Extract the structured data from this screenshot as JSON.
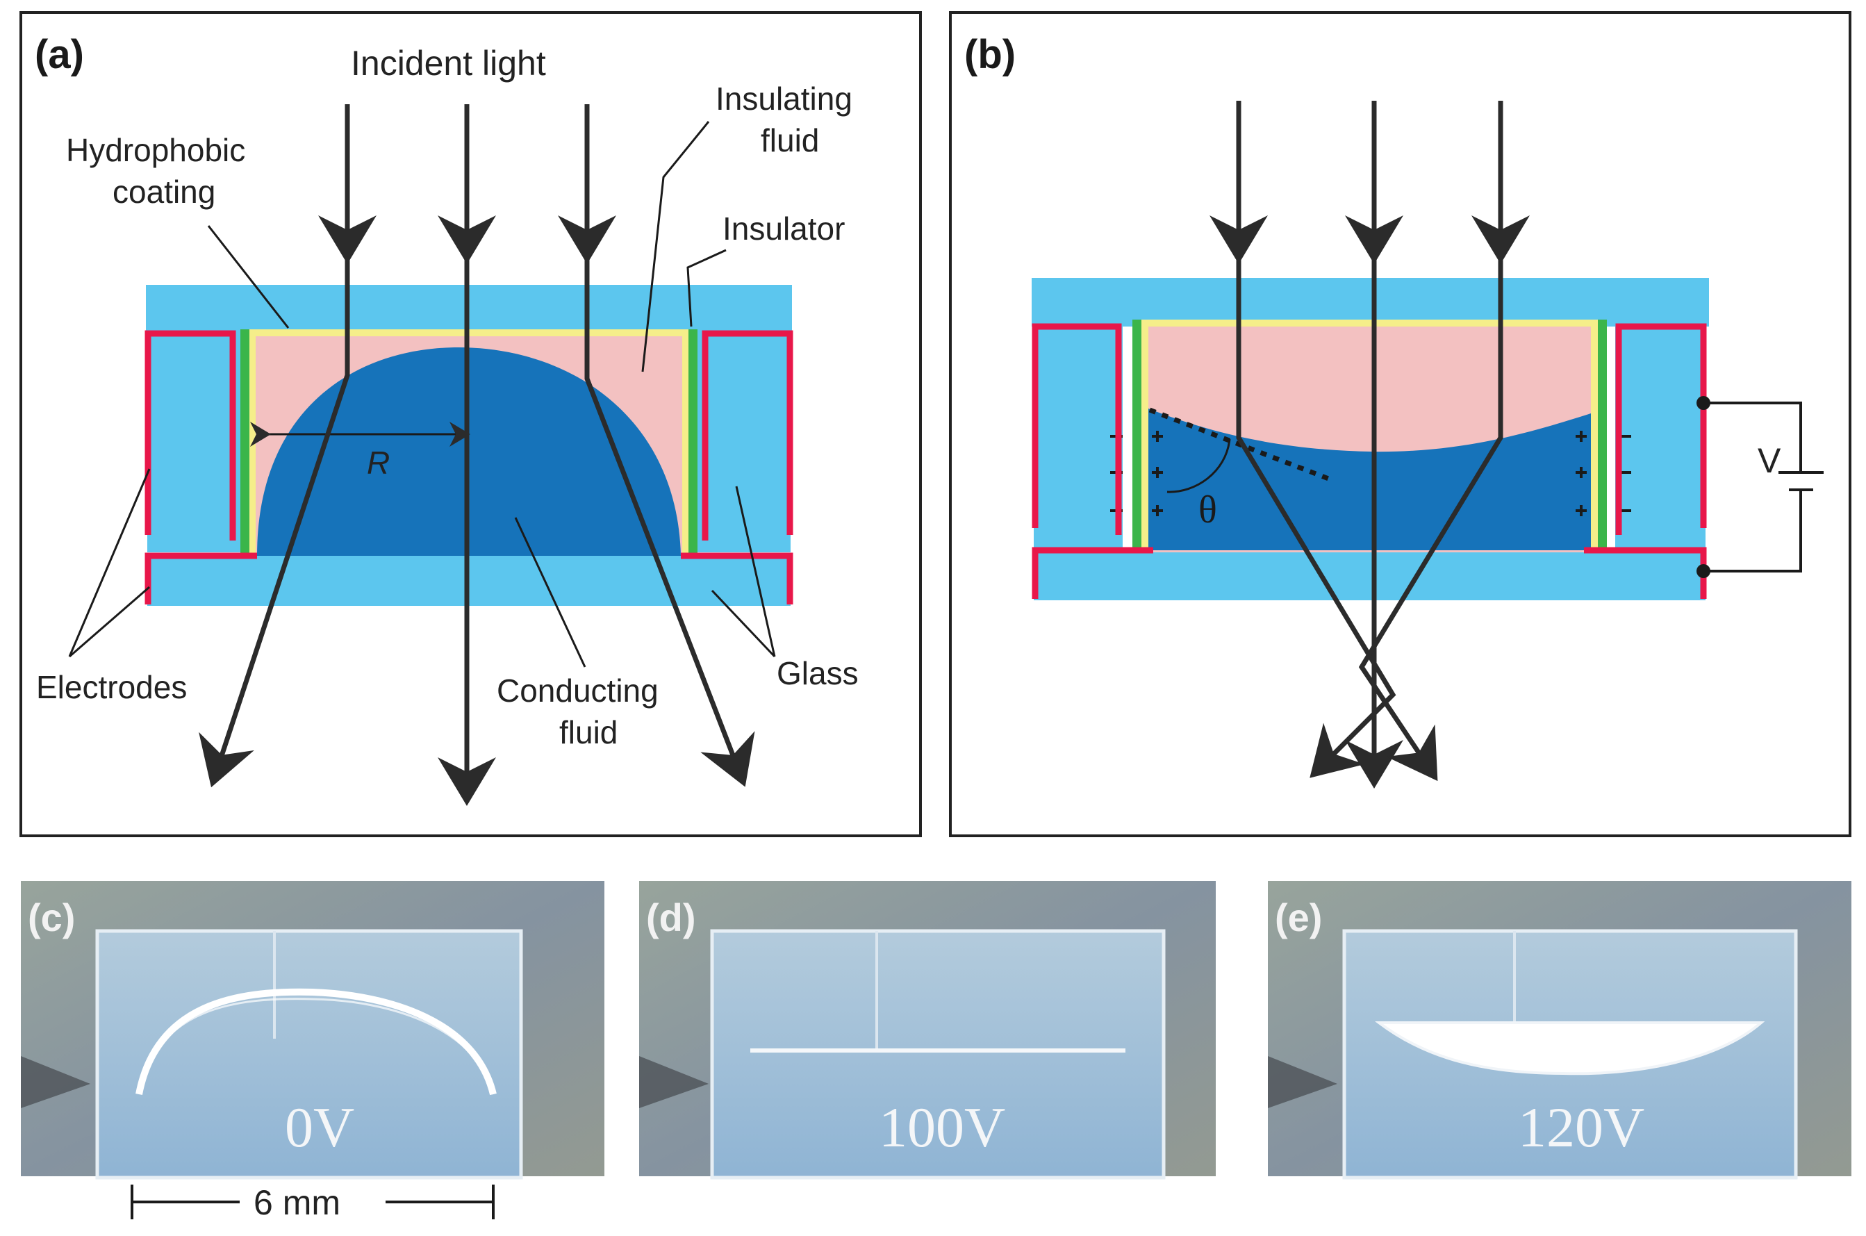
{
  "panel_a": {
    "label": "(a)",
    "incident_light": "Incident light",
    "hydrophobic_coating": [
      "Hydrophobic",
      "coating"
    ],
    "insulating_fluid": [
      "Insulating",
      "fluid"
    ],
    "insulator": "Insulator",
    "radius": "R",
    "electrodes": "Electrodes",
    "conducting_fluid": [
      "Conducting",
      "fluid"
    ],
    "glass": "Glass"
  },
  "panel_b": {
    "label": "(b)",
    "angle": "θ",
    "voltage": "V"
  },
  "photos": [
    {
      "label": "(c)",
      "voltage": "0V"
    },
    {
      "label": "(d)",
      "voltage": "100V"
    },
    {
      "label": "(e)",
      "voltage": "120V"
    }
  ],
  "scale_bar": "6 mm",
  "colors": {
    "glass": "#5cc6ee",
    "electrode": "#e8174a",
    "insulator": "#3bb54a",
    "coating": "#f5ee8a",
    "insulating_fluid": "#f3c1c1",
    "conducting_fluid": "#1673ba",
    "arrow": "#2b2b2b",
    "photo_bg": "#8b9aa3"
  }
}
